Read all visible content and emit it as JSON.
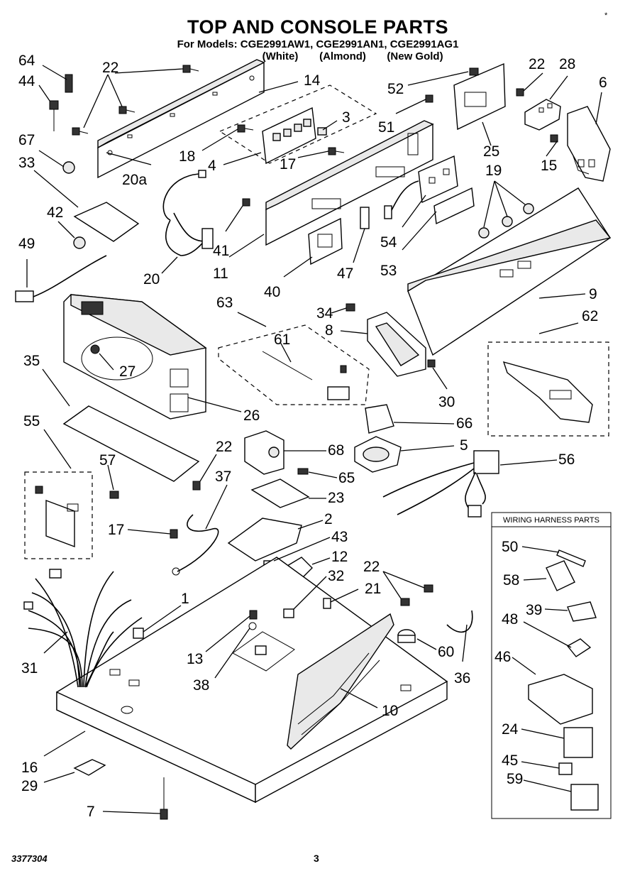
{
  "title": "TOP AND CONSOLE PARTS",
  "models_line": "For Models: CGE2991AW1, CGE2991AN1, CGE2991AG1",
  "colors": [
    "(White)",
    "(Almond)",
    "(New Gold)"
  ],
  "inset_title": "WIRING HARNESS PARTS",
  "doc_number": "3377304",
  "page_number": "3",
  "corner_mark": "*",
  "callouts": {
    "c64": "64",
    "c44": "44",
    "c67": "67",
    "c33": "33",
    "c42": "42",
    "c49": "49",
    "c22a": "22",
    "c14": "14",
    "c18": "18",
    "c20a": "20a",
    "c20": "20",
    "c4": "4",
    "c3": "3",
    "c17a": "17",
    "c41": "41",
    "c11": "11",
    "c40": "40",
    "c47": "47",
    "c51": "51",
    "c52": "52",
    "c22b": "22",
    "c28": "28",
    "c6": "6",
    "c25": "25",
    "c15": "15",
    "c19": "19",
    "c54": "54",
    "c53": "53",
    "c9": "9",
    "c62": "62",
    "c63": "63",
    "c34": "34",
    "c8": "8",
    "c61": "61",
    "c30": "30",
    "c35": "35",
    "c27": "27",
    "c26": "26",
    "c66": "66",
    "c5": "5",
    "c55": "55",
    "c57": "57",
    "c22c": "22",
    "c37": "37",
    "c68": "68",
    "c65": "65",
    "c56": "56",
    "c23": "23",
    "c2": "2",
    "c17b": "17",
    "c43": "43",
    "c12": "12",
    "c32": "32",
    "c22d": "22",
    "c21": "21",
    "c1": "1",
    "c31": "31",
    "c13": "13",
    "c38": "38",
    "c60": "60",
    "c36": "36",
    "c10": "10",
    "c16": "16",
    "c29": "29",
    "c7": "7",
    "c50": "50",
    "c58": "58",
    "c39": "39",
    "c48": "48",
    "c46": "46",
    "c24": "24",
    "c45": "45",
    "c59": "59"
  }
}
